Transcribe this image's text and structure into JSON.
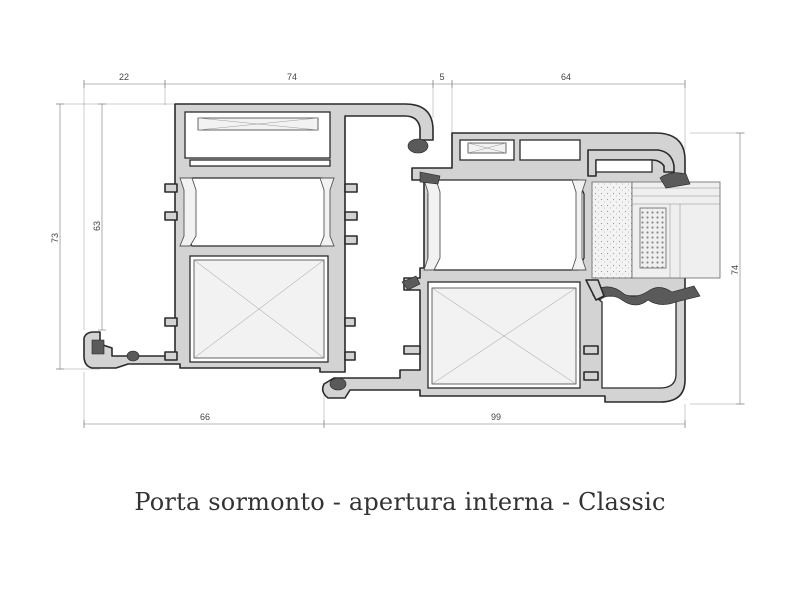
{
  "caption": "Porta sormonto - apertura interna - Classic",
  "dimensions": {
    "top_22": "22",
    "top_74": "74",
    "top_5": "5",
    "top_64": "64",
    "left_73": "73",
    "left_63": "63",
    "right_74": "74",
    "bottom_66": "66",
    "bottom_99": "99"
  }
}
